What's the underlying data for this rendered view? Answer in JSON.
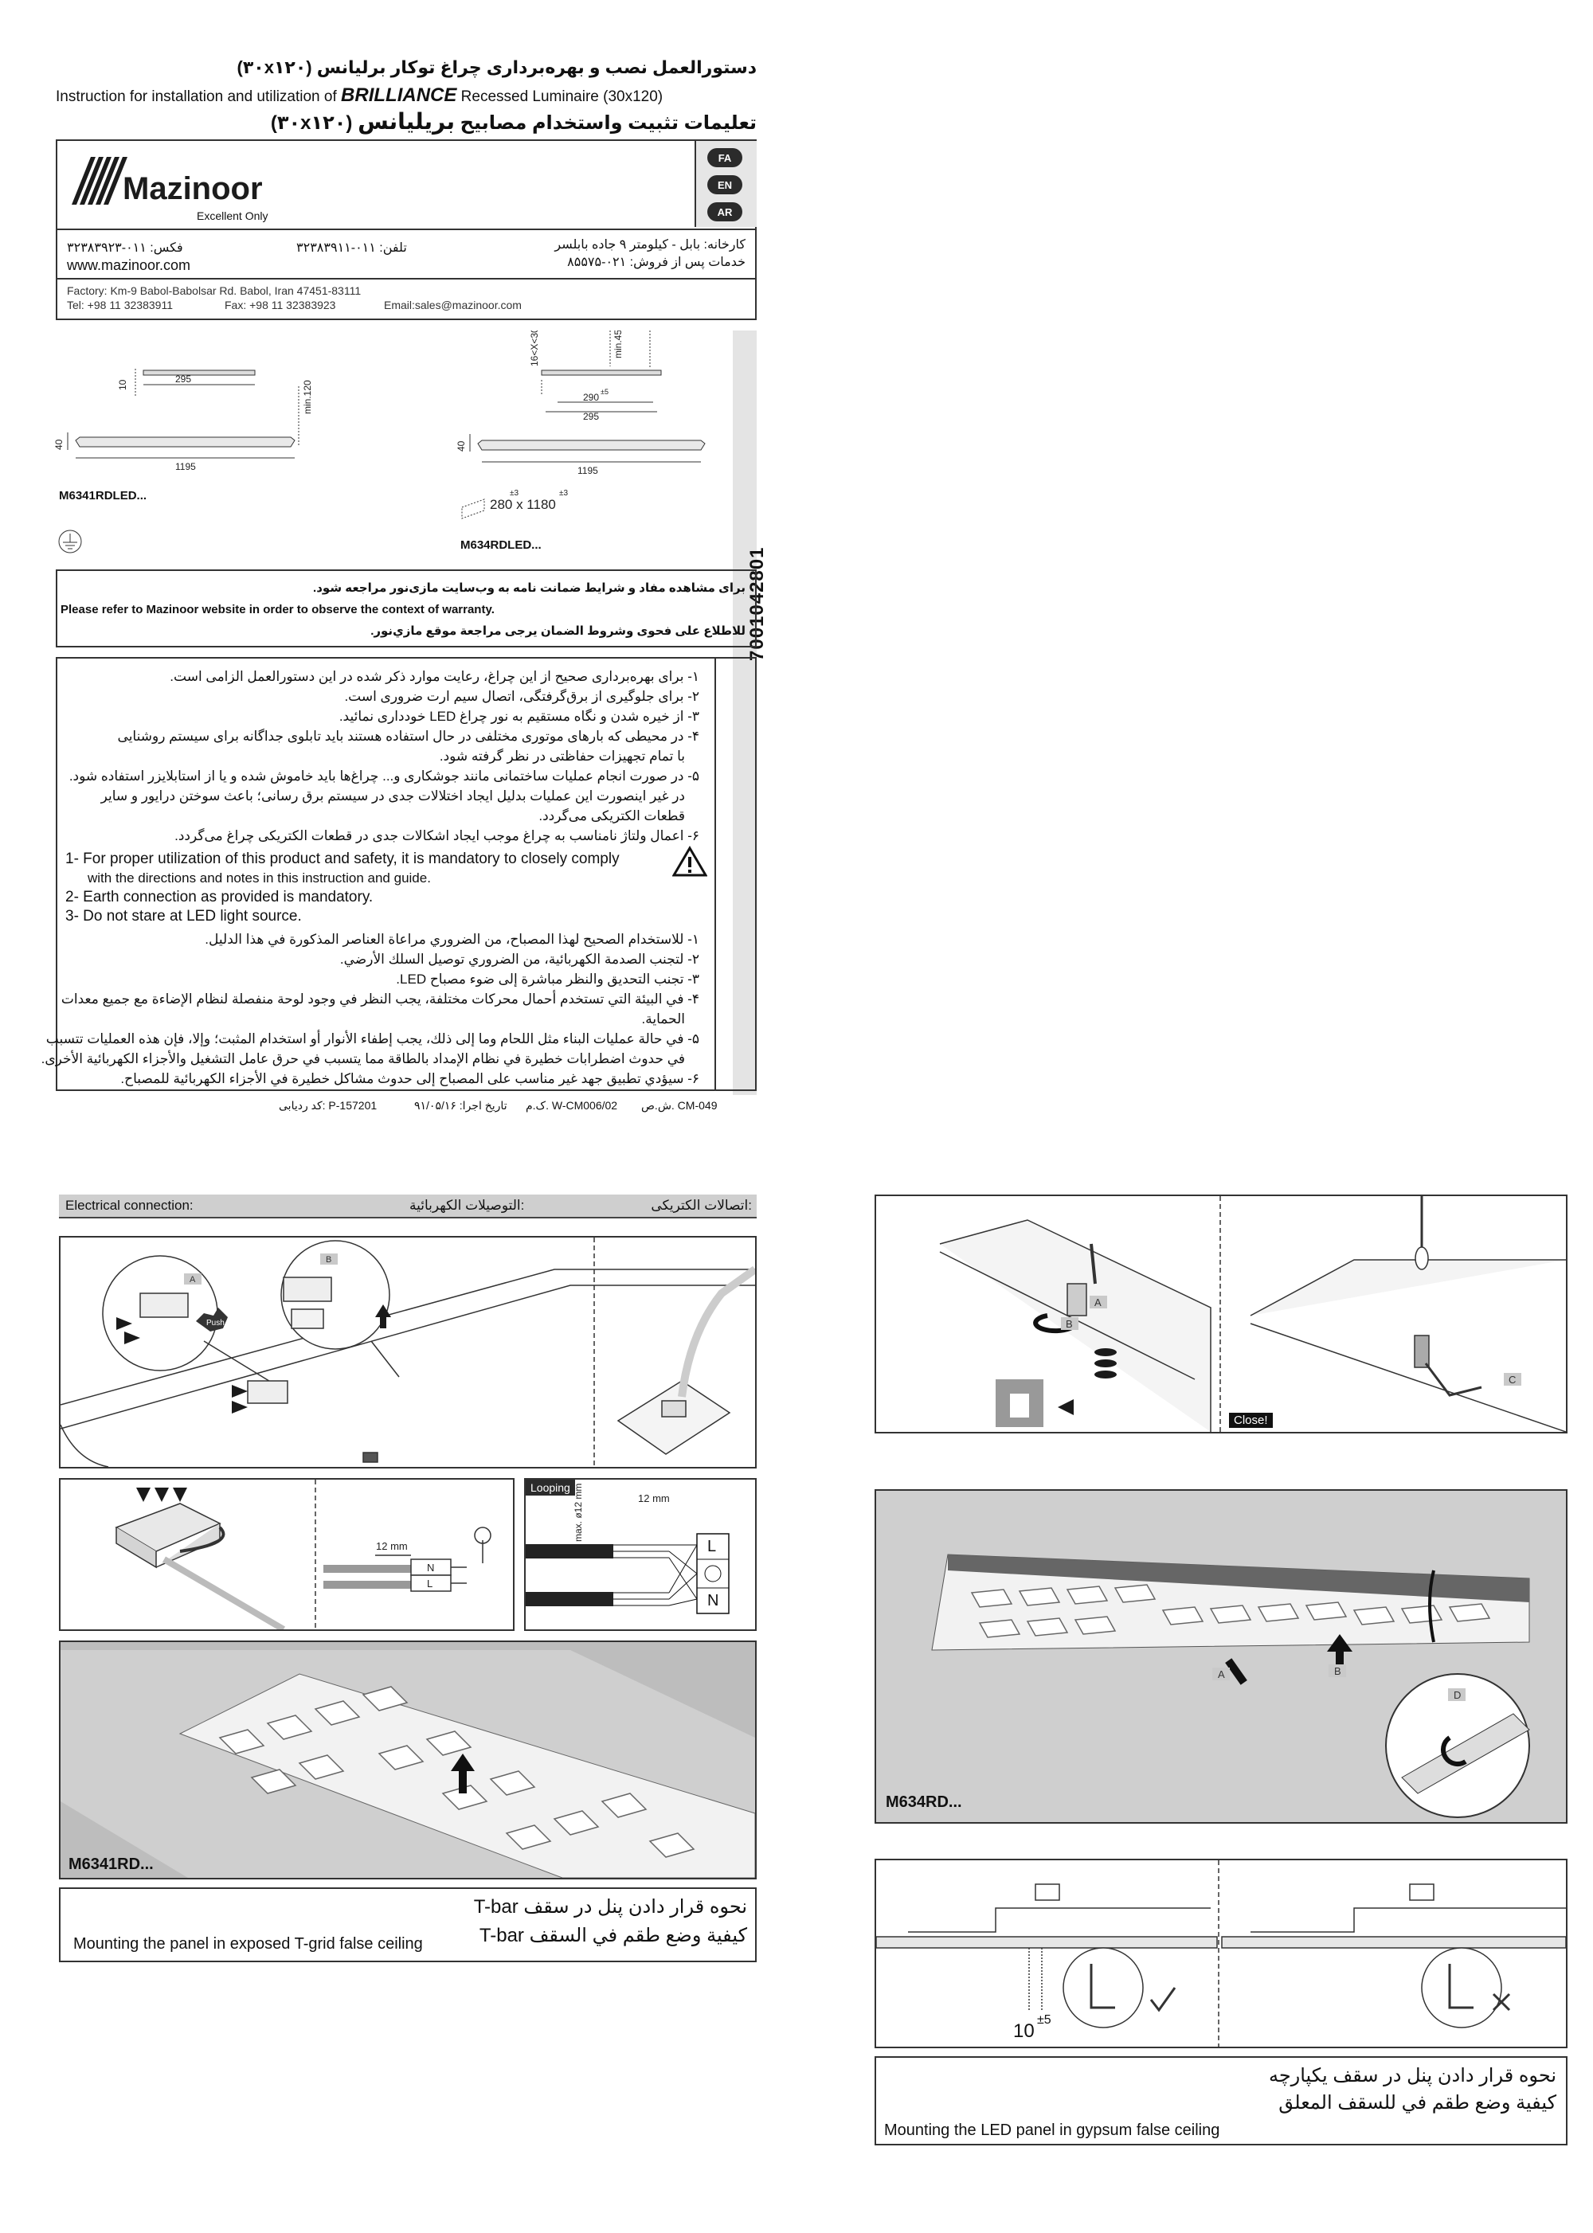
{
  "header": {
    "title_fa": "دستورالعمل نصب و بهره‌برداری چراغ توکار برلیانس (۳۰x۱۲۰)",
    "title_en_prefix": "Instruction for installation and utilization of",
    "title_en_brand": "BRILLIANCE",
    "title_en_suffix": "Recessed Luminaire (30x120)",
    "title_ar_prefix": "تعليمات تثبيت واستخدام مصابيح",
    "title_ar_brand": "بريليانس",
    "title_ar_suffix": "(۳۰x۱۲۰)"
  },
  "brand": {
    "logo_text": "Mazinoor",
    "tagline": "Excellent Only",
    "languages": [
      "FA",
      "EN",
      "AR"
    ]
  },
  "contact": {
    "fax_fa": "فکس: ۰۱۱-۳۲۳۸۳۹۲۳",
    "tel_fa": "تلفن: ۰۱۱-۳۲۳۸۳۹۱۱",
    "factory_fa": "کارخانه: بابل - کیلومتر ۹ جاده بابلسر",
    "service_fa": "خدمات پس از فروش: ۰۲۱-۸۵۵۷۵",
    "website": "www.mazinoor.com",
    "factory_en": "Factory: Km-9 Babol-Babolsar Rd. Babol, Iran 47451-83111",
    "tel_en": "Tel:  +98 11 32383911",
    "fax_en": "Fax: +98 11 32383923",
    "email_en": "Email:sales@mazinoor.com"
  },
  "dimensions": {
    "left": {
      "width": "295",
      "height": "10",
      "length": "1195",
      "depth": "40",
      "min": "min.120",
      "model": "M6341RDLED..."
    },
    "right": {
      "x": "16<X<30",
      "min": "min.45",
      "w1": "290",
      "tol1": "±5",
      "w2": "295",
      "depth": "40",
      "length": "1195",
      "cutout": "280 x 1180",
      "tol": "±3",
      "model": "M634RDLED..."
    }
  },
  "warranty": {
    "fa": "برای مشاهده مفاد و شرایط ضمانت نامه به وب‌سایت مازی‌نور مراجعه شود.",
    "en": "Please refer to Mazinoor website in order to observe the context of warranty.",
    "ar": "للاطلاع على فحوى وشروط الضمان يرجى مراجعة موقع مازي‌نور."
  },
  "side_code": "7001042801",
  "safety": {
    "fa": [
      "۱- برای بهره‌برداری صحیح از این چراغ، رعایت موارد ذکر شده در این دستورالعمل الزامی است.",
      "۲- برای جلوگیری از برق‌گرفتگی، اتصال سیم ارت ضروری است.",
      "۳- از خیره شدن و نگاه مستقیم به نور چراغ LED خودداری نمائید.",
      "۴- در محیطی که بارهای موتوری مختلفی در حال استفاده هستند باید تابلوی جداگانه برای سیستم روشنایی",
      "با تمام تجهیزات حفاظتی در نظر گرفته شود.",
      "۵- در صورت انجام عملیات ساختمانی مانند جوشکاری و... چراغ‌ها باید خاموش شده و یا از استابلایزر استفاده شود.",
      "در غیر اینصورت این عملیات بدلیل ایجاد اختلالات جدی در سیستم برق رسانی؛ باعث سوختن درایور و سایر",
      "قطعات الکتریکی می‌گردد.",
      "۶- اعمال ولتاژ نامناسب به چراغ موجب ایجاد اشکالات جدی در قطعات الکتریکی چراغ می‌گردد."
    ],
    "en": [
      "1- For proper utilization of this product and safety, it is mandatory to closely comply",
      "with the directions and notes in this instruction and guide.",
      "2- Earth connection as provided is mandatory.",
      "3- Do not stare at LED light source."
    ],
    "ar": [
      "۱- للاستخدام الصحيح لهذا المصباح، من الضروري مراعاة العناصر المذكورة في هذا الدليل.",
      "۲- لتجنب الصدمة الكهربائية، من الضروري توصيل السلك الأرضي.",
      "۳- تجنب التحديق والنظر مباشرة إلى ضوء مصباح LED.",
      "۴- في البيئة التي تستخدم أحمال محركات مختلفة، يجب النظر في وجود لوحة منفصلة لنظام الإضاءة مع جميع معدات",
      "الحماية.",
      "۵- في حالة عمليات البناء مثل اللحام وما إلى ذلك، يجب إطفاء الأنوار أو استخدام المثبت؛ وإلا، فإن هذه العمليات تتسبب",
      "في حدوث اضطرابات خطيرة في نظام الإمداد بالطاقة مما يتسبب في حرق عامل التشغيل والأجزاء الكهربائية الأخرى.",
      "۶- سيؤدي تطبيق جهد غير مناسب على المصباح إلى حدوث مشاكل خطيرة في الأجزاء الكهربائية للمصباح."
    ]
  },
  "footer_codes": {
    "a": "ش.ص. CM-049",
    "b": "ک.م. W-CM006/02",
    "c": "تاریخ اجرا: ۹۱/۰۵/۱۶",
    "d": "کد ردیابی: P-157201"
  },
  "electrical": {
    "en": "Electrical connection:",
    "ar": "التوصيلات الكهربائية:",
    "fa": "اتصالات الکتریکی:",
    "tag_a": "A",
    "tag_b": "B",
    "push": "Push",
    "strip": "12 mm",
    "n": "N",
    "l": "L",
    "looping": "Looping",
    "max_dia": "max. ø12 mm"
  },
  "tbar": {
    "model": "M6341RD...",
    "fa": "نحوه قرار دادن پنل در سقف T-bar",
    "ar": "كيفية وضع طقم في السقف T-bar",
    "en": "Mounting the panel in exposed T-grid false ceiling"
  },
  "clip": {
    "a": "A",
    "b": "B",
    "c": "C",
    "close": "Close!"
  },
  "gypsum": {
    "model": "M634RD...",
    "a": "A",
    "b": "B",
    "d": "D",
    "dim": "10",
    "tol": "±5",
    "fa": "نحوه قرار دادن پنل در سقف یکپارچه",
    "ar": "كيفية وضع طقم في للسقف المعلق",
    "en": "Mounting the LED panel in gypsum false ceiling"
  },
  "colors": {
    "accent": "#2b2b2b",
    "panel_bg": "#e6e6e6",
    "dark_panel": "#cfcfcf"
  }
}
